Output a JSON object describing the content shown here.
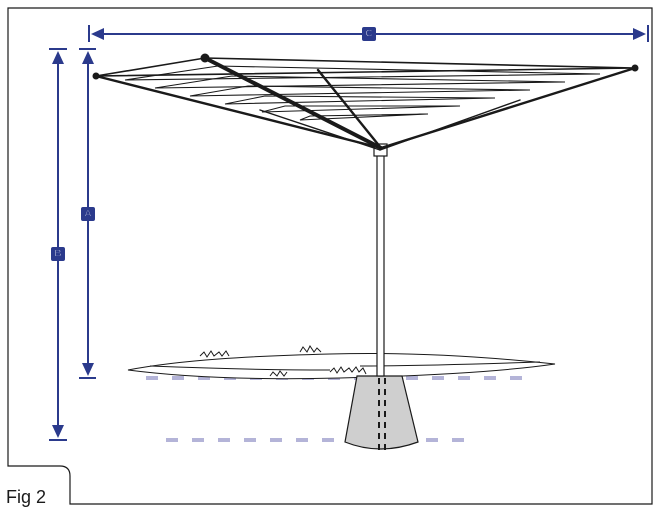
{
  "figure": {
    "caption": "Fig 2"
  },
  "dimensions": {
    "a": {
      "label": "A"
    },
    "b": {
      "label": "B"
    },
    "c": {
      "label": "C"
    }
  },
  "colors": {
    "dimension": "#2b3a8c",
    "ground_dashes": "#b4b4d8",
    "frame": "#1a1a1a",
    "base": "#cfcfcf"
  }
}
